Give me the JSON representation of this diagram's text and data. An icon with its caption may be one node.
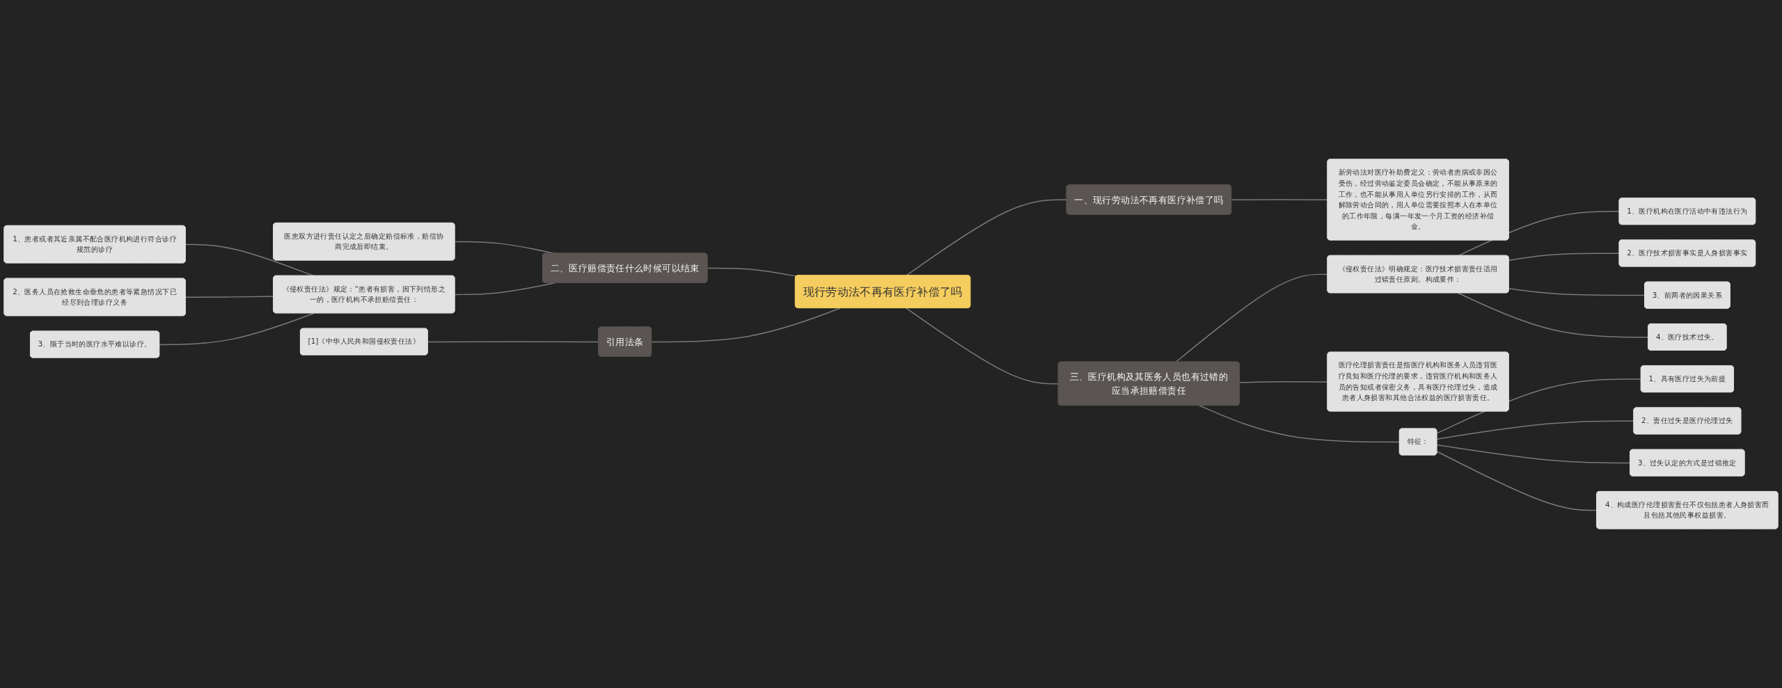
{
  "diagram": {
    "nodes": [
      {
        "text": [
          "现行劳动法不再有医疗补偿了吗"
        ]
      },
      {
        "text": [
          "一、现行劳动法不再有医疗补偿了吗"
        ]
      },
      {
        "text": [
          "新劳动法对医疗补助费定义：劳动者患病或非因公受伤，经过劳动鉴定委员会确定，不能从事原来的工作，也不能从事用人单位另行安排的工作，从而解除劳动合同的，用人单位需要按照本人在本单位的工作年限，每满一年发一个月工资的经济补偿金。"
        ]
      },
      {
        "text": [
          "三、医疗机构及其医务人员也有过错的应当承担赔偿责任"
        ]
      },
      {
        "text": [
          "《侵权责任法》明确规定：医疗技术损害责任适用过错责任原则。构成要件："
        ]
      },
      {
        "text": [
          "1、医疗机构在医疗活动中有违法行为"
        ]
      },
      {
        "text": [
          "2、医疗技术损害事实是人身损害事实"
        ]
      },
      {
        "text": [
          "3、前两者的因果关系"
        ]
      },
      {
        "text": [
          "4、医疗技术过失。"
        ]
      },
      {
        "text": [
          "医疗伦理损害责任是指医疗机构和医务人员违背医疗良知和医疗伦理的要求，违背医疗机构和医务人员的告知或者保密义务，具有医疗伦理过失，造成患者人身损害和其他合法权益的医疗损害责任。"
        ]
      },
      {
        "text": [
          "特征："
        ]
      },
      {
        "text": [
          "1、具有医疗过失为前提"
        ]
      },
      {
        "text": [
          "2、责任过失是医疗伦理过失"
        ]
      },
      {
        "text": [
          "3、过失认定的方式是过错推定"
        ]
      },
      {
        "text": [
          "4、构成医疗伦理损害责任不仅包括患者人身损害而且包括其他民事权益损害。"
        ]
      },
      {
        "text": [
          "二、医疗赔偿责任什么时候可以结束"
        ]
      },
      {
        "text": [
          "医患双方进行责任认定之后确定赔偿标准，赔偿协商完成后即结束。"
        ]
      },
      {
        "text": [
          "《侵权责任法》规定：“患者有损害，因下列情形之一的，医疗机构不承担赔偿责任："
        ]
      },
      {
        "text": [
          "1、患者或者其近亲属不配合医疗机构进行符合诊疗规范的诊疗"
        ]
      },
      {
        "text": [
          "2、医务人员在抢救生命垂危的患者等紧急情况下已经尽到合理诊疗义务"
        ]
      },
      {
        "text": [
          "3、限于当时的医疗水平难以诊疗。"
        ]
      },
      {
        "text": [
          "引用法条"
        ]
      },
      {
        "text": [
          "[1]《中华人民共和国侵权责任法》"
        ]
      }
    ],
    "edges": [
      {
        "from": 0,
        "to": 1,
        "arrow": "none"
      },
      {
        "from": 1,
        "to": 2,
        "arrow": "none"
      },
      {
        "from": 0,
        "to": 3,
        "arrow": "none"
      },
      {
        "from": 3,
        "to": 4,
        "arrow": "none"
      },
      {
        "from": 4,
        "to": 5,
        "arrow": "none"
      },
      {
        "from": 4,
        "to": 6,
        "arrow": "none"
      },
      {
        "from": 4,
        "to": 7,
        "arrow": "none"
      },
      {
        "from": 4,
        "to": 8,
        "arrow": "none"
      },
      {
        "from": 3,
        "to": 9,
        "arrow": "none"
      },
      {
        "from": 3,
        "to": 10,
        "arrow": "none"
      },
      {
        "from": 10,
        "to": 11,
        "arrow": "none"
      },
      {
        "from": 10,
        "to": 12,
        "arrow": "none"
      },
      {
        "from": 10,
        "to": 13,
        "arrow": "none"
      },
      {
        "from": 10,
        "to": 14,
        "arrow": "none"
      },
      {
        "from": 0,
        "to": 15,
        "arrow": "none"
      },
      {
        "from": 15,
        "to": 16,
        "arrow": "none"
      },
      {
        "from": 15,
        "to": 17,
        "arrow": "none"
      },
      {
        "from": 17,
        "to": 18,
        "arrow": "none"
      },
      {
        "from": 17,
        "to": 19,
        "arrow": "none"
      },
      {
        "from": 17,
        "to": 20,
        "arrow": "none"
      },
      {
        "from": 0,
        "to": 21,
        "arrow": "none"
      },
      {
        "from": 21,
        "to": 22,
        "arrow": "none"
      }
    ]
  }
}
